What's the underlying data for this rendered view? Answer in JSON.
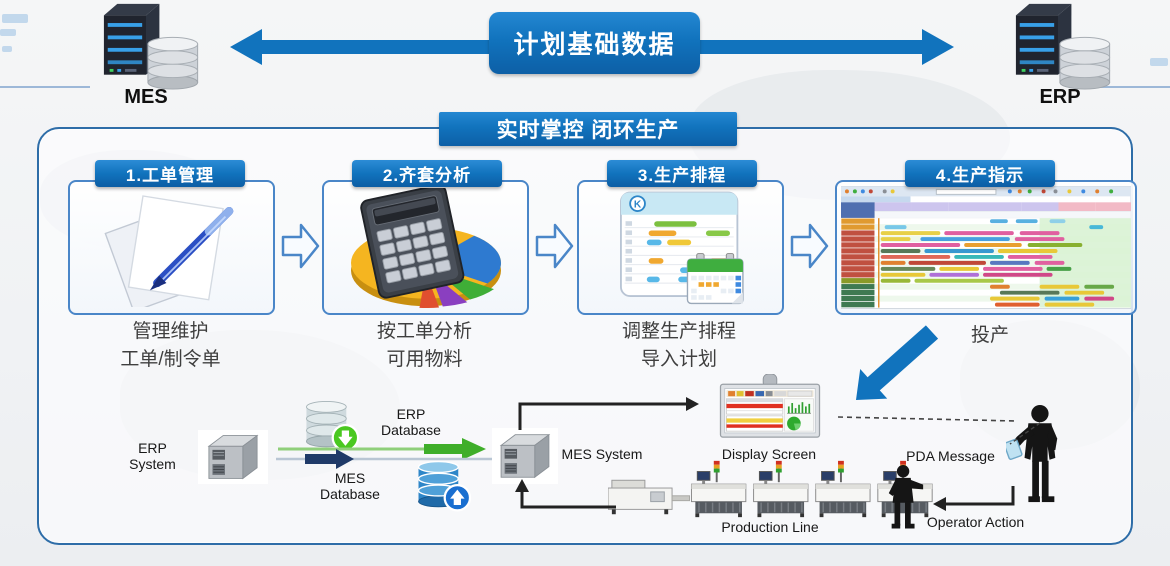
{
  "header": {
    "mes_label": "MES",
    "erp_label": "ERP",
    "top_banner": "计划基础数据",
    "sub_banner": "实时掌控  闭环生产"
  },
  "steps": [
    {
      "badge": "1.工单管理",
      "desc_line1": "管理维护",
      "desc_line2": "工单/制令单",
      "icon": "papers-and-pen-icon"
    },
    {
      "badge": "2.齐套分析",
      "desc_line1": "按工单分析",
      "desc_line2": "可用物料",
      "icon": "calculator-pie-chart-icon"
    },
    {
      "badge": "3.生产排程",
      "desc_line1": "调整生产排程",
      "desc_line2": "导入计划",
      "icon": "schedule-calendar-icon"
    },
    {
      "badge": "4.生产指示",
      "desc_line1": "投产",
      "desc_line2": "",
      "icon": "gantt-chart-screenshot"
    }
  ],
  "icons": {
    "scheduler_badge_letter": "K"
  },
  "flow": {
    "erp_system": {
      "line1": "ERP",
      "line2": "System"
    },
    "erp_database": {
      "line1": "ERP",
      "line2": "Database"
    },
    "mes_database": {
      "line1": "MES",
      "line2": "Database"
    },
    "mes_system": "MES System",
    "display_screen": "Display Screen",
    "pda_message": "PDA Message",
    "production_line": "Production Line",
    "operator_action": "Operator Action"
  },
  "colors": {
    "primary_blue": "#1173BD",
    "step_box_border": "#4A86C8",
    "container_border": "#2E6DA8",
    "green_sync_arrow": "#3FAE2A",
    "navy_sync_arrow": "#1F3A68",
    "connector_black": "#222222"
  }
}
